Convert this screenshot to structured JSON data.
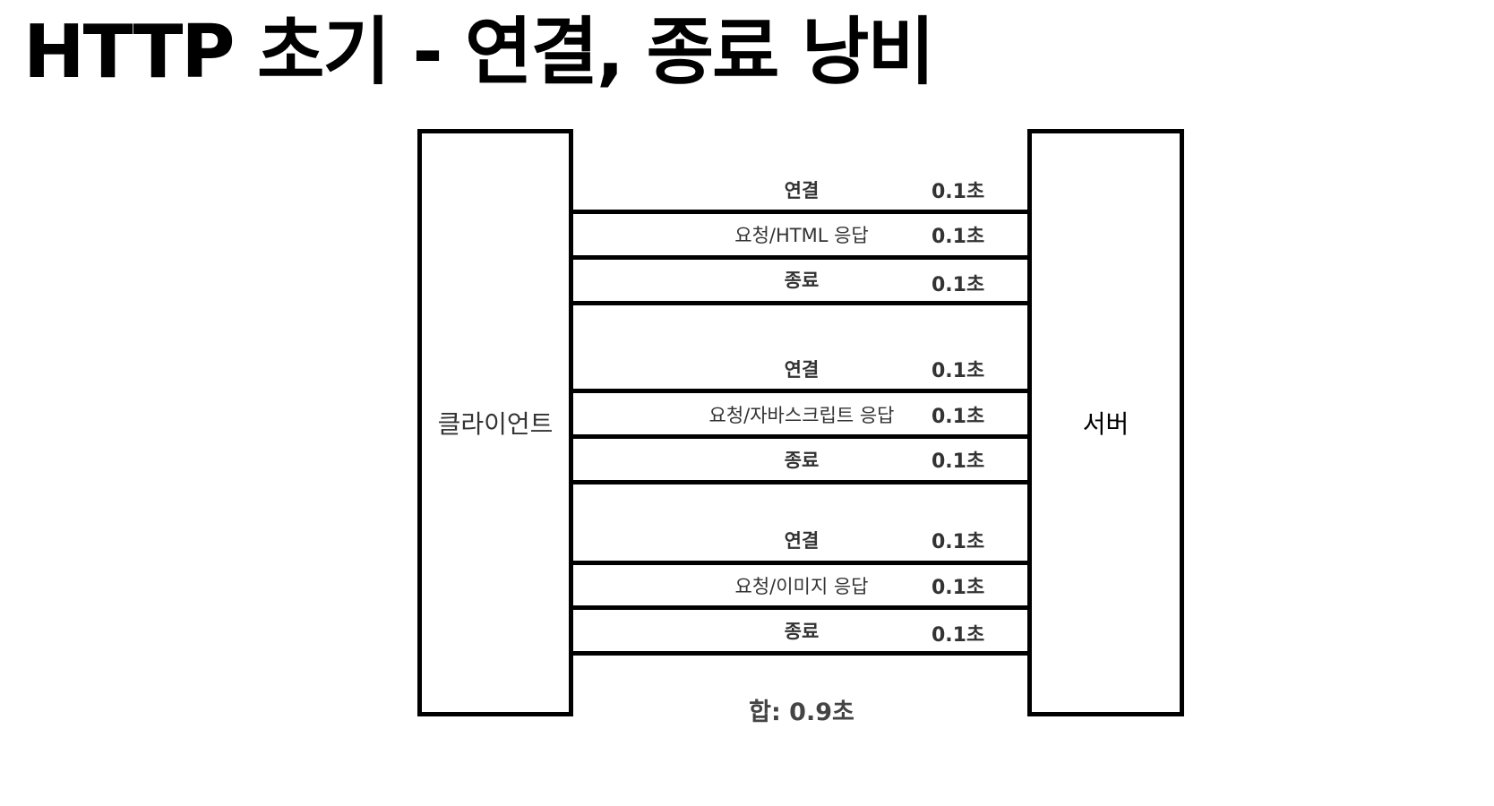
{
  "title": "HTTP 초기 - 연결, 종료 낭비",
  "client_label": "클라이언트",
  "server_label": "서버",
  "steps": [
    {
      "label": "연결",
      "time": "0.1초"
    },
    {
      "label": "요청/HTML 응답",
      "time": "0.1초"
    },
    {
      "label": "종료",
      "time": "0.1초"
    },
    {
      "label": "연결",
      "time": "0.1초"
    },
    {
      "label": "요청/자바스크립트 응답",
      "time": "0.1초"
    },
    {
      "label": "종료",
      "time": "0.1초"
    },
    {
      "label": "연결",
      "time": "0.1초"
    },
    {
      "label": "요청/이미지 응답",
      "time": "0.1초"
    },
    {
      "label": "종료",
      "time": "0.1초"
    }
  ],
  "total": "합: 0.9초"
}
